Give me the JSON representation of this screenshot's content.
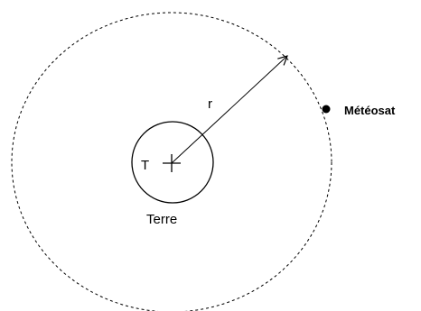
{
  "labels": {
    "center": "T",
    "earth": "Terre",
    "radius": "r",
    "satellite": "Météosat"
  },
  "colors": {
    "stroke": "#000000",
    "background": "#ffffff"
  }
}
